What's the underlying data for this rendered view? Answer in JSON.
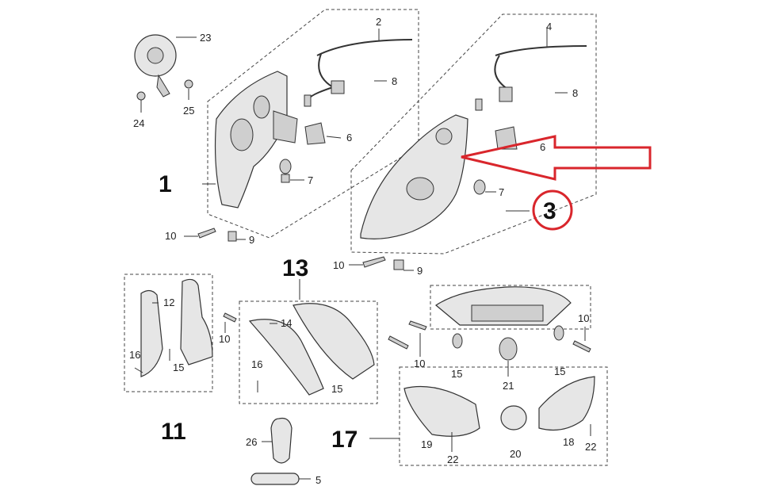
{
  "labels": {
    "l1": "1",
    "l2": "2",
    "l3": "3",
    "l4": "4",
    "l5": "5",
    "l6a": "6",
    "l6b": "6",
    "l7a": "7",
    "l7b": "7",
    "l8a": "8",
    "l8b": "8",
    "l9a": "9",
    "l9b": "9",
    "l10a": "10",
    "l10b": "10",
    "l10c": "10",
    "l10d": "10",
    "l10e": "10",
    "l11": "11",
    "l12": "12",
    "l13": "13",
    "l14": "14",
    "l15a": "15",
    "l15b": "15",
    "l15c": "15",
    "l15d": "15",
    "l16a": "16",
    "l16b": "16",
    "l17": "17",
    "l18": "18",
    "l19": "19",
    "l20": "20",
    "l21": "21",
    "l22a": "22",
    "l22b": "22",
    "l23": "23",
    "l24": "24",
    "l25": "25",
    "l26": "26"
  },
  "highlight": {
    "arrow_color": "#d9262c",
    "circle_color": "#d9262c",
    "target_label": "3"
  }
}
